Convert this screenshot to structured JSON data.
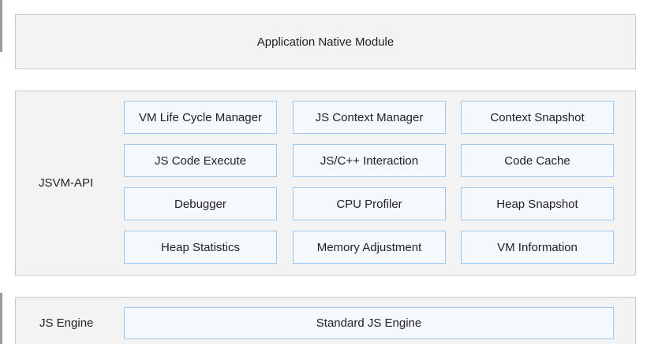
{
  "layers": {
    "app": {
      "title": "Application Native Module"
    },
    "jsvm": {
      "title": "JSVM-API",
      "modules": [
        "VM Life Cycle Manager",
        "JS Context Manager",
        "Context Snapshot",
        "JS Code Execute",
        "JS/C++ Interaction",
        "Code Cache",
        "Debugger",
        "CPU Profiler",
        "Heap Snapshot",
        "Heap Statistics",
        "Memory Adjustment",
        "VM Information"
      ]
    },
    "engine": {
      "title": "JS Engine",
      "module": "Standard JS Engine"
    }
  },
  "colors": {
    "layer_background": "#f3f3f3",
    "layer_border": "#c9c9c9",
    "module_background": "#f5f9fe",
    "module_border": "#9ec8ef"
  }
}
